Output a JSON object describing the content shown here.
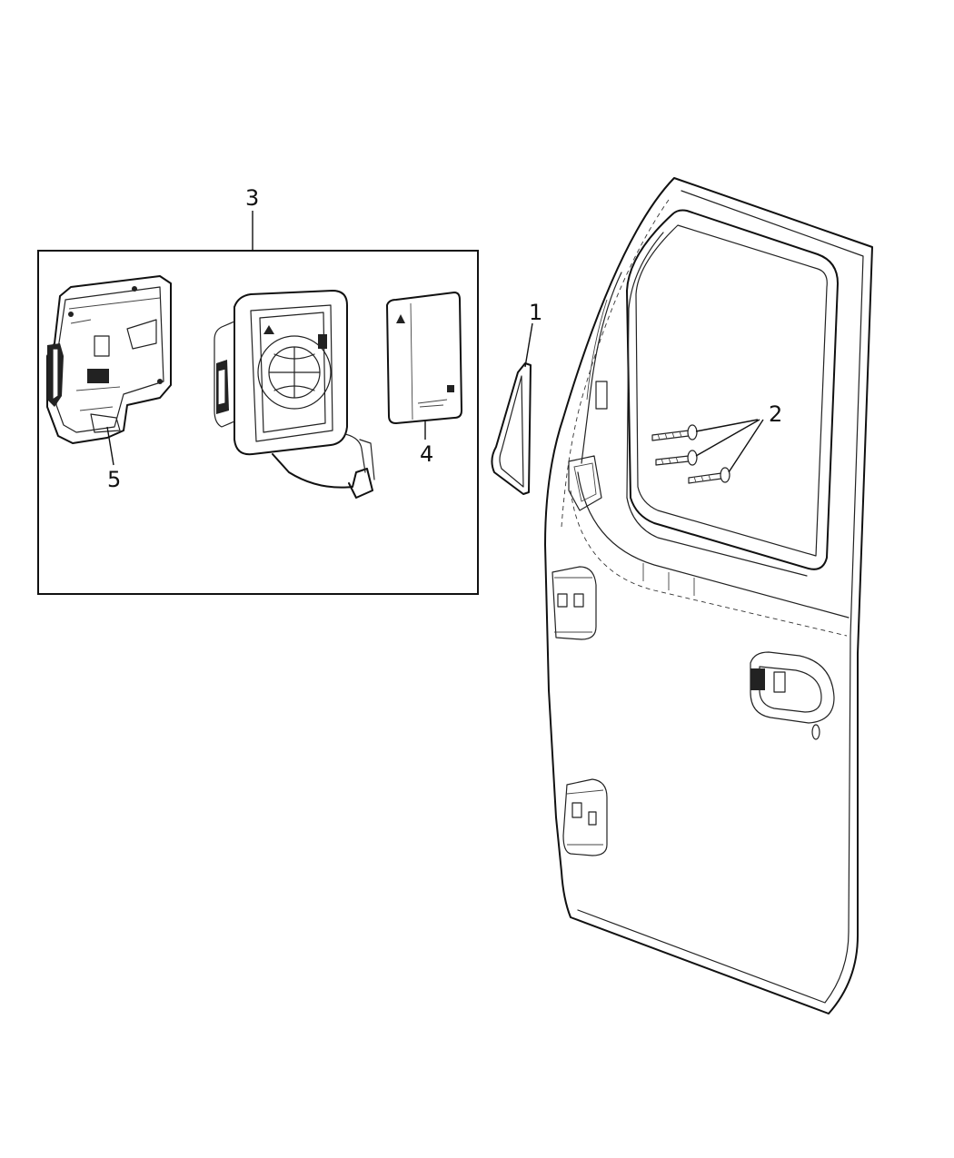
{
  "callouts": {
    "door_seal": "1",
    "screws": "2",
    "mirror_assembly": "3",
    "mirror_glass": "4",
    "mirror_cover": "5"
  }
}
